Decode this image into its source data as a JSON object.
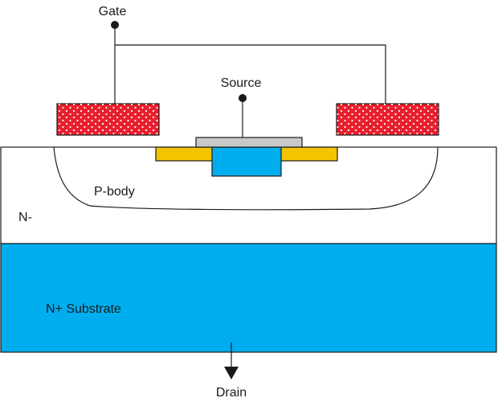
{
  "labels": {
    "gate": "Gate",
    "source": "Source",
    "p_body": "P-body",
    "n_minus": "N-",
    "n_plus_substrate": "N+ Substrate",
    "drain": "Drain"
  },
  "colors": {
    "gate_poly": "#e8202e",
    "gate_dots": "#ffffff",
    "source_metal": "#c8c8c8",
    "n_plus_source": "#00aeef",
    "p_plus_contact": "#f5c400",
    "n_plus_substrate": "#00aeef",
    "n_minus_region": "#ffffff",
    "outline": "#1a1a1a"
  }
}
